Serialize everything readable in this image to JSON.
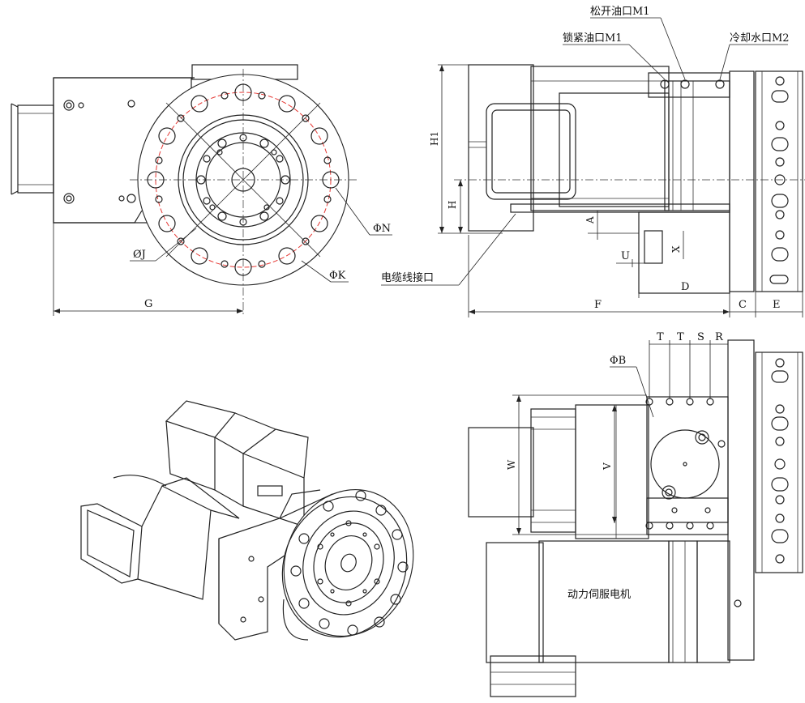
{
  "labels": {
    "release_oil_port": "松开油口M1",
    "lock_oil_port": "锁紧油口M1",
    "cooling_water_port": "冷却水口M2",
    "cable_port": "电缆线接口",
    "servo_motor": "动力伺服电机",
    "dim_G": "G",
    "dim_J": "ØJ",
    "dim_K": "ΦK",
    "dim_N": "ΦN",
    "dim_H1": "H1",
    "dim_H": "H",
    "dim_A": "A",
    "dim_U": "U",
    "dim_X": "X",
    "dim_D": "D",
    "dim_F": "F",
    "dim_C": "C",
    "dim_E": "E",
    "dim_B": "ΦB",
    "dim_T1": "T",
    "dim_T2": "T",
    "dim_S": "S",
    "dim_R": "R",
    "dim_W": "W",
    "dim_V": "V"
  }
}
